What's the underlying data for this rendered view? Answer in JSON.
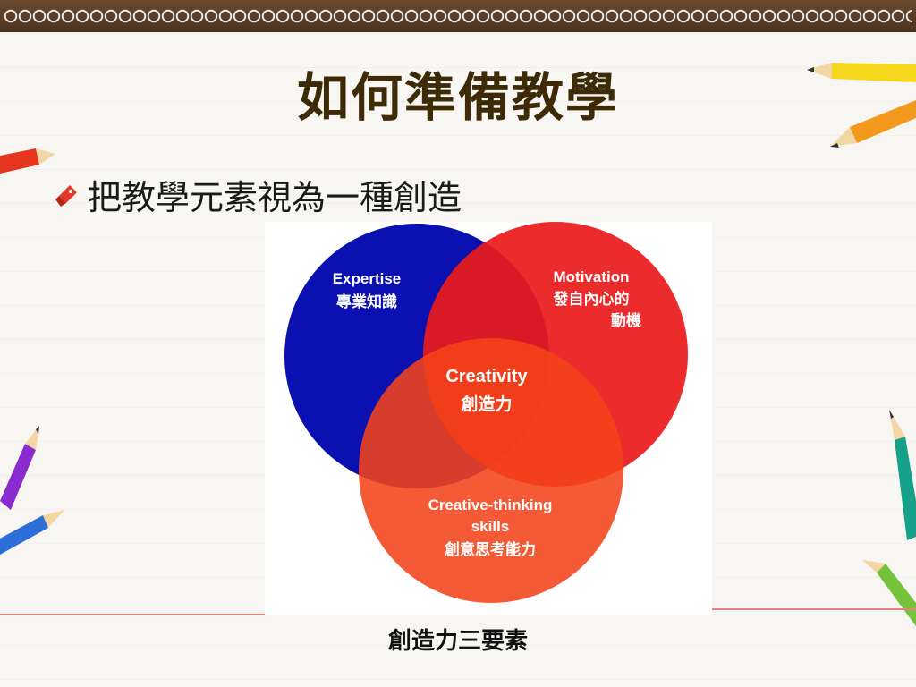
{
  "title": "如何準備教學",
  "bullet": {
    "text": "把教學元素視為一種創造"
  },
  "diagram": {
    "expertise": {
      "en": "Expertise",
      "zh": "專業知識"
    },
    "motivation": {
      "en": "Motivation",
      "zh_line1": "發自內心的",
      "zh_line2": "動機"
    },
    "creativity": {
      "en": "Creativity",
      "zh": "創造力"
    },
    "skills": {
      "en_line1": "Creative-thinking",
      "en_line2": "skills",
      "zh": "創意思考能力"
    }
  },
  "caption": "創造力三要素",
  "colors": {
    "title": "#3d2b08",
    "expertise": "#0a11b0",
    "motivation": "#ea1a1a",
    "skills": "#f3431a"
  },
  "decorations": [
    "pencil-red",
    "pencil-yellow",
    "pencil-orange",
    "pencil-purple",
    "pencil-blue",
    "pencil-teal",
    "pencil-green"
  ]
}
